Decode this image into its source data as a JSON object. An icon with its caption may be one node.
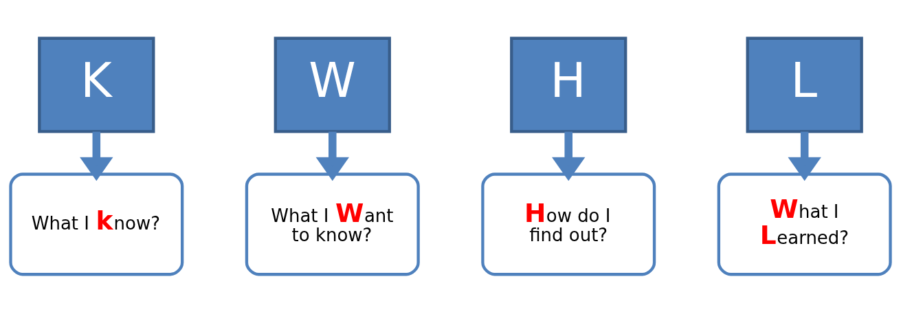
{
  "diagram": {
    "nodes": [
      {
        "text": [
          "K"
        ]
      },
      {
        "text": [
          "W"
        ]
      },
      {
        "text": [
          "H"
        ]
      },
      {
        "text": [
          "L"
        ]
      },
      {
        "text": [
          "What I **k**now?"
        ]
      },
      {
        "text": [
          "What I **W**ant to know?"
        ]
      },
      {
        "text": [
          "**H**ow do I find out?"
        ]
      },
      {
        "text": [
          "**W**hat I **L**earned?"
        ]
      }
    ],
    "edges": [
      {
        "from": 0,
        "to": 4,
        "arrow": "to"
      },
      {
        "from": 1,
        "to": 5,
        "arrow": "to"
      },
      {
        "from": 2,
        "to": 6,
        "arrow": "to"
      },
      {
        "from": 3,
        "to": 7,
        "arrow": "to"
      }
    ]
  }
}
